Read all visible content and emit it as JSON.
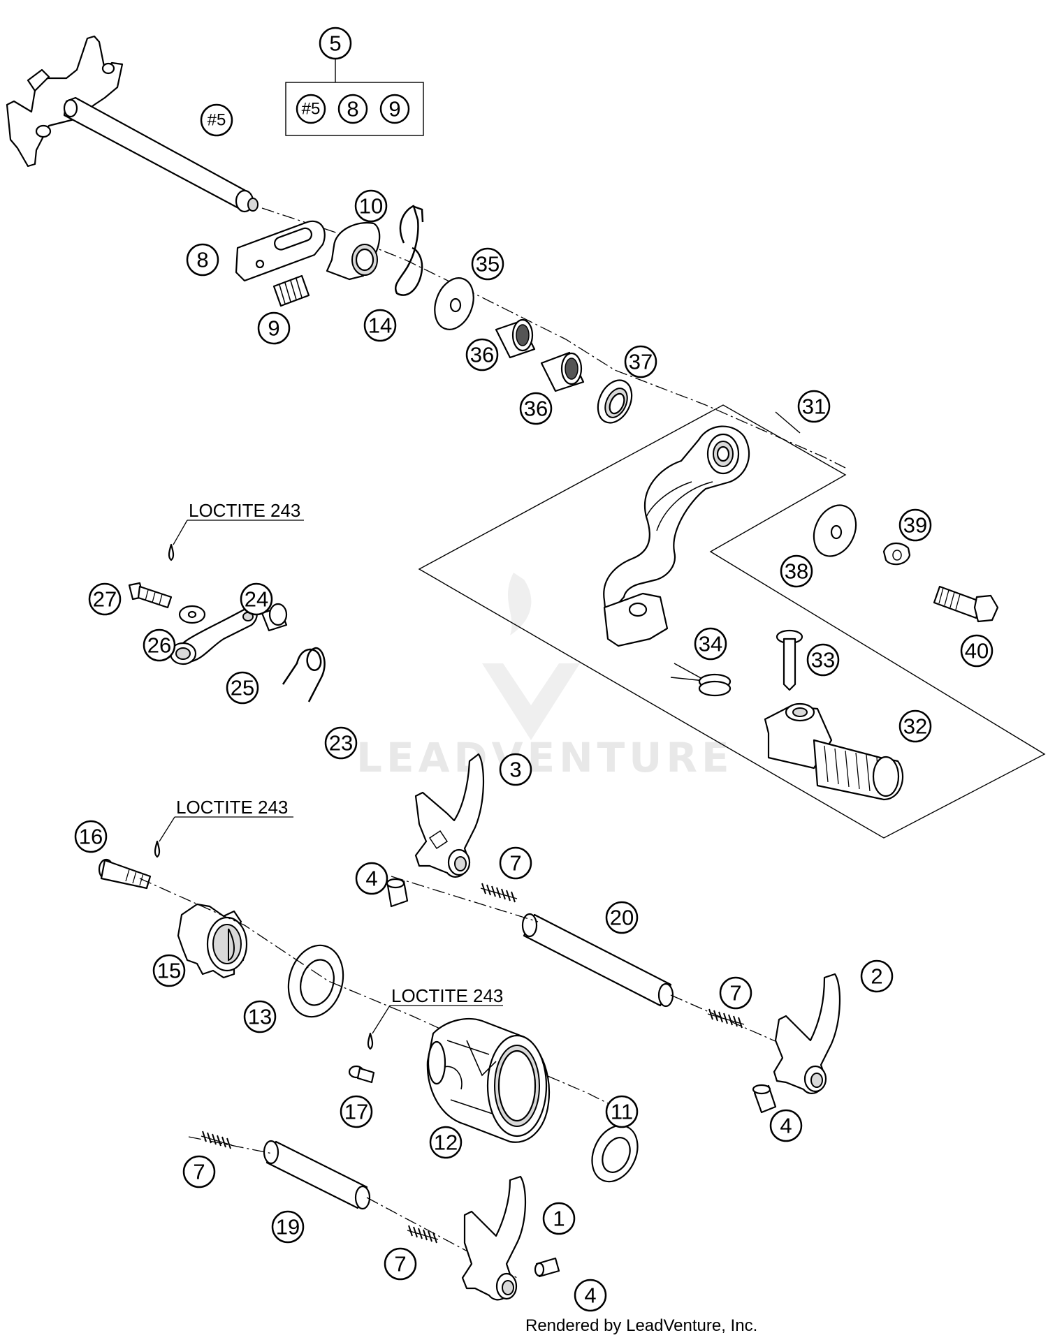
{
  "watermark": {
    "text": "LEADVENTURE"
  },
  "kit": {
    "label": "5",
    "contents": [
      "#5",
      "8",
      "9"
    ]
  },
  "loctite_notes": [
    "LOCTITE 243",
    "LOCTITE 243",
    "LOCTITE 243"
  ],
  "callouts": {
    "c1": "1",
    "c2": "2",
    "c3": "3",
    "c4a": "4",
    "c4b": "4",
    "c4c": "4",
    "c5shaft": "#5",
    "c7a": "7",
    "c7b": "7",
    "c7c": "7",
    "c7d": "7",
    "c8": "8",
    "c9": "9",
    "c10": "10",
    "c11": "11",
    "c12": "12",
    "c13": "13",
    "c14": "14",
    "c15": "15",
    "c16": "16",
    "c17": "17",
    "c19": "19",
    "c20": "20",
    "c23": "23",
    "c24": "24",
    "c25": "25",
    "c26": "26",
    "c27": "27",
    "c31": "31",
    "c32": "32",
    "c33": "33",
    "c34": "34",
    "c35": "35",
    "c36a": "36",
    "c36b": "36",
    "c37": "37",
    "c38": "38",
    "c39": "39",
    "c40": "40"
  },
  "footer": {
    "text": "Rendered by LeadVenture, Inc."
  }
}
